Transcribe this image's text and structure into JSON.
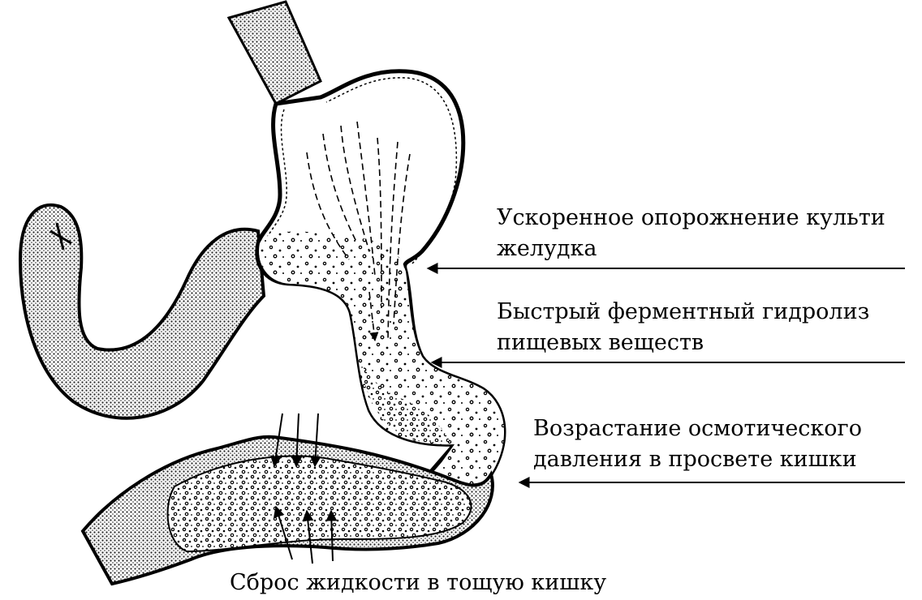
{
  "labels": {
    "accelerated_emptying": [
      "Ускоренное опорожнение культи",
      "желудка"
    ],
    "fast_hydrolysis": [
      "Быстрый ферментный гидролиз",
      "пищевых веществ"
    ],
    "osmotic_pressure": [
      "Возрастание осмотического",
      "давления в просвете кишки"
    ],
    "fluid_discharge": "Сброс жидкости в тощую кишку"
  },
  "colors": {
    "ink": "#000000",
    "background": "#ffffff",
    "stipple": "#222222"
  }
}
